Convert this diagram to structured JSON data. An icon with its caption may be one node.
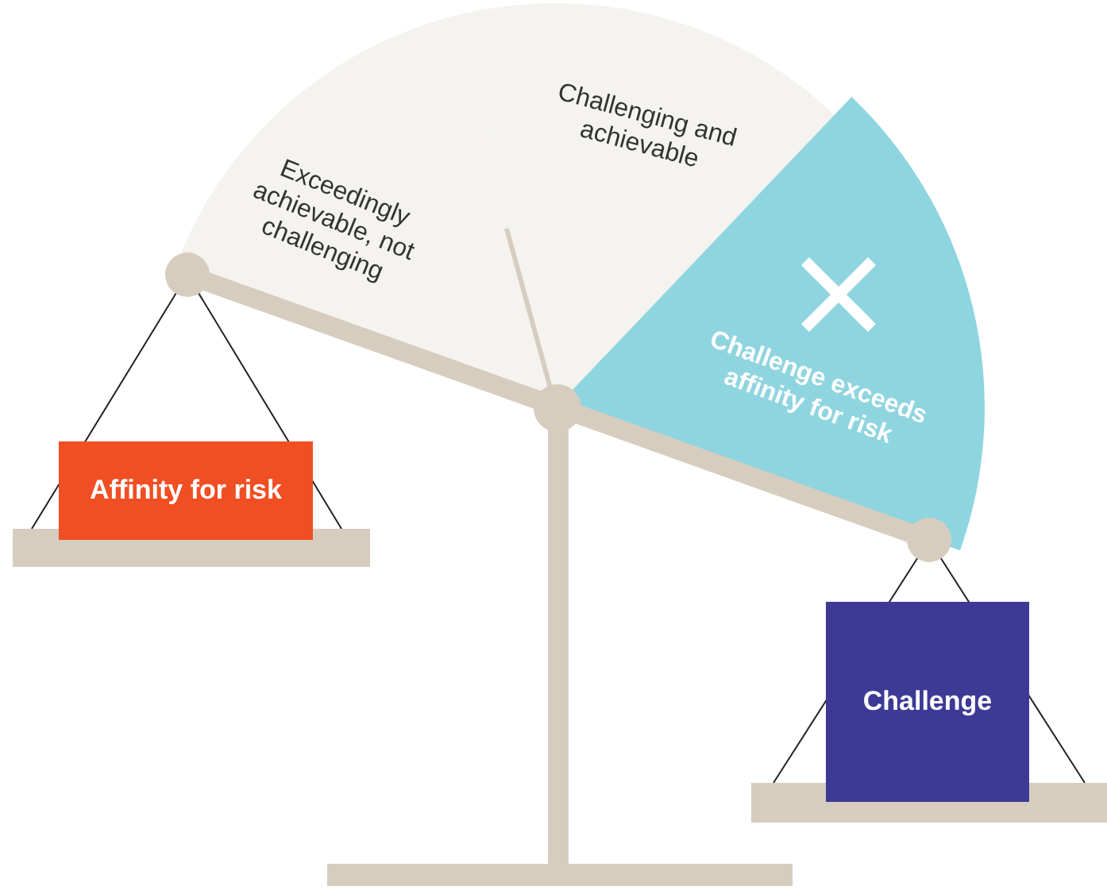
{
  "diagram": {
    "nodes": [
      {
        "text": [
          "Exceedingly achievable, not challenging"
        ]
      },
      {
        "text": [
          "Challenging and achievable"
        ]
      },
      {
        "text": [
          "Challenge exceeds affinity for risk"
        ]
      },
      {
        "text": [
          "Affinity for risk"
        ]
      },
      {
        "text": [
          "Challenge"
        ]
      }
    ]
  }
}
